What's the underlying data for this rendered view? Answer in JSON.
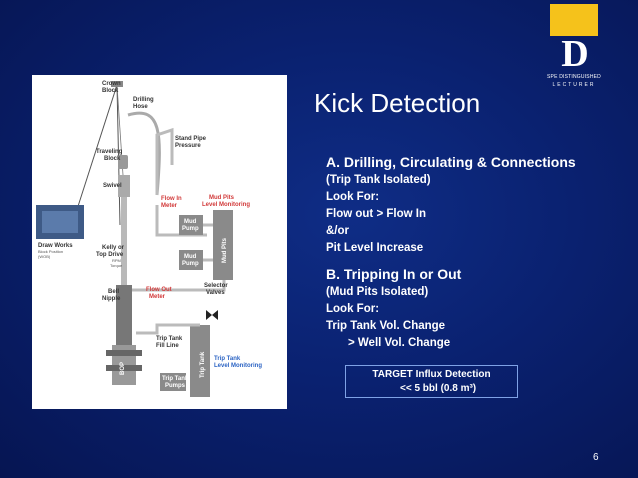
{
  "logo": {
    "letter": "D",
    "line1": "SPE DISTINGUISHED",
    "line2": "LECTURER"
  },
  "slide": {
    "title": "Kick Detection",
    "page_number": "6"
  },
  "section_a": {
    "heading": "A. Drilling, Circulating & Connections",
    "lines": [
      "(Trip Tank Isolated)",
      "Look For:",
      "Flow out > Flow In",
      "&/or",
      "Pit Level Increase"
    ]
  },
  "section_b": {
    "heading": "B. Tripping In or Out",
    "lines": [
      "(Mud Pits Isolated)",
      "Look For:",
      "Trip Tank Vol. Change"
    ],
    "indented_line": "> Well Vol. Change"
  },
  "target": {
    "line1": "TARGET Influx Detection",
    "line2": "<< 5 bbl (0.8 m³)"
  },
  "diagram": {
    "labels": {
      "crown_block": [
        "Crown",
        "Block"
      ],
      "drilling_hose": [
        "Drilling",
        "Hose"
      ],
      "stand_pipe_pressure": [
        "Stand Pipe",
        "Pressure"
      ],
      "traveling_block": [
        "Traveling",
        "Block"
      ],
      "swivel": "Swivel",
      "flow_in_meter": [
        "Flow In",
        "Meter"
      ],
      "mud_pits_monitoring": [
        "Mud Pits",
        "Level Monitoring"
      ],
      "mud_pump_1": [
        "Mud",
        "Pump"
      ],
      "mud_pump_2": [
        "Mud",
        "Pump"
      ],
      "mud_pits": "Mud Pits",
      "draw_works": "Draw Works",
      "block_position": [
        "Block Position",
        "(WOB)"
      ],
      "kelly_top_drive": [
        "Kelly or",
        "Top Drive"
      ],
      "rpm_torque": [
        "RPM",
        "Torque"
      ],
      "selector_valves": [
        "Selector",
        "Valves"
      ],
      "bell_nipple": [
        "Bell",
        "Nipple"
      ],
      "flow_out_meter": [
        "Flow Out",
        "Meter"
      ],
      "trip_tank_fill_line": [
        "Trip Tank",
        "Fill Line"
      ],
      "trip_tank": "Trip Tank",
      "trip_tank_monitoring": [
        "Trip Tank",
        "Level Monitoring"
      ],
      "trip_tank_pumps": [
        "Trip Tank",
        "Pumps"
      ],
      "bop": "BOP"
    }
  },
  "colors": {
    "background": "#0a2170",
    "accent_yellow": "#f5c21b",
    "target_border": "#7fa2e6",
    "label_red": "#d23a3a",
    "label_blue": "#2c64c4"
  }
}
